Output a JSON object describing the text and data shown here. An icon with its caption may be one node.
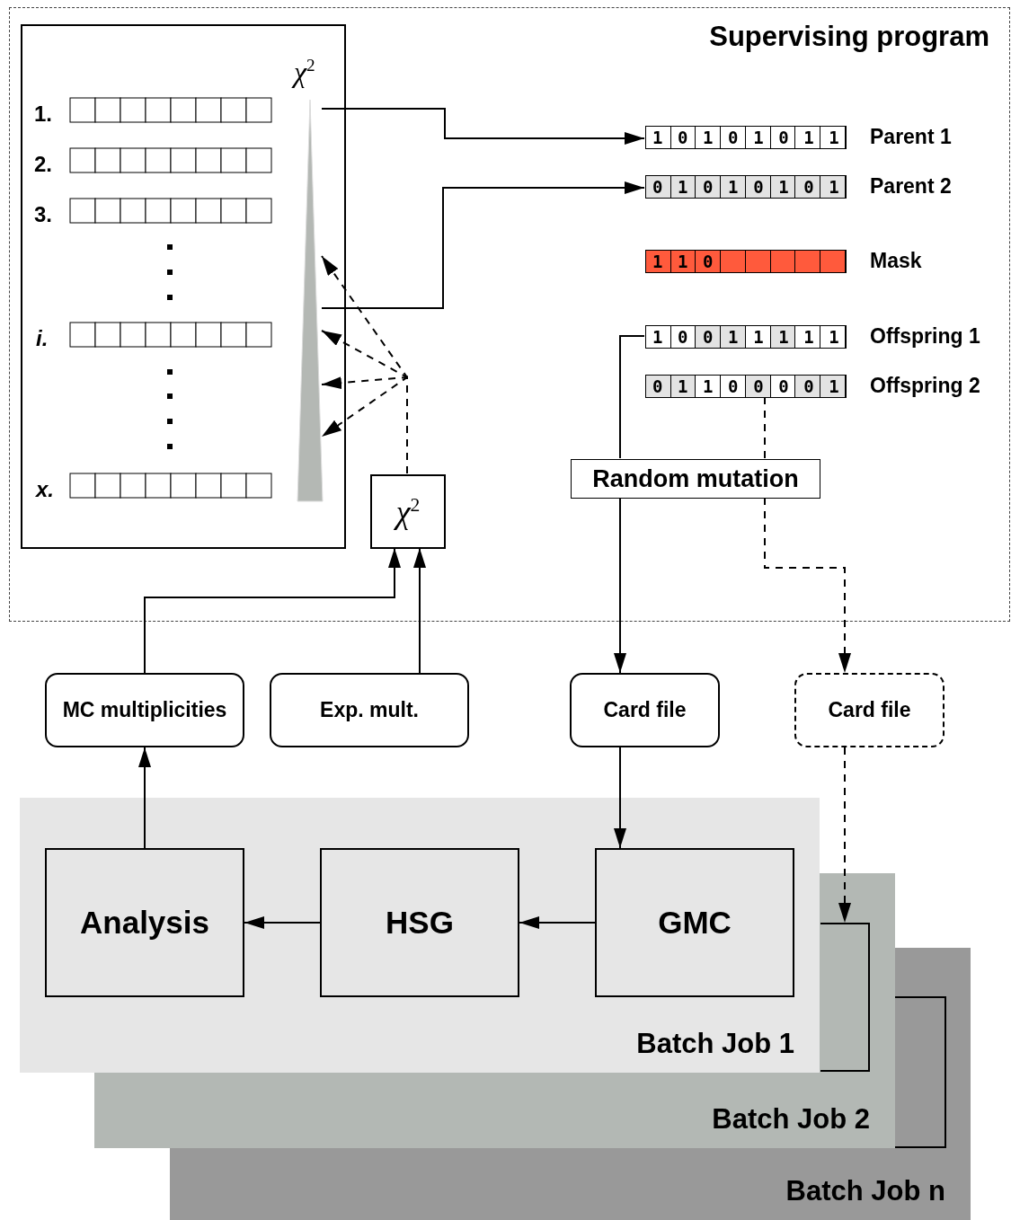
{
  "diagram": {
    "nodes": [
      {
        "text": [
          "Supervising program"
        ]
      },
      {
        "text": [],
        "shape": "box",
        "in": 0
      },
      {
        "text": [
          "χ$^{2}$"
        ],
        "in": 1
      },
      {
        "text": [
          "10101011"
        ],
        "beside": [
          "Parent 1"
        ],
        "in": 0
      },
      {
        "text": [
          "01010101"
        ],
        "beside": [
          "Parent 2"
        ],
        "in": 0
      },
      {
        "text": [
          "110"
        ],
        "beside": [
          "Mask"
        ],
        "in": 0
      },
      {
        "text": [
          "10011111"
        ],
        "beside": [
          "Offspring 1"
        ],
        "in": 0
      },
      {
        "text": [
          "01100001"
        ],
        "beside": [
          "Offspring 2"
        ],
        "in": 0
      },
      {
        "text": [
          "Random mutation"
        ],
        "in": 0
      },
      {
        "text": [
          "χ$^{2}$"
        ],
        "in": 0
      },
      {
        "text": [
          "MC multiplicities"
        ]
      },
      {
        "text": [
          "Exp. mult."
        ]
      },
      {
        "text": [
          "Card file"
        ]
      },
      {
        "text": [
          "Card file"
        ]
      },
      {
        "text": [
          "Batch Job 1"
        ]
      },
      {
        "text": [
          "Analysis"
        ],
        "in": 14
      },
      {
        "text": [
          "HSG"
        ],
        "in": 14
      },
      {
        "text": [
          "GMC"
        ],
        "in": 14
      },
      {
        "text": [
          "Batch Job 2"
        ]
      },
      {
        "text": [],
        "shape": "box"
      },
      {
        "text": [
          "Batch Job n"
        ]
      }
    ],
    "edges": [
      {
        "from": 2,
        "to": 3,
        "arrow": "to"
      },
      {
        "from": 2,
        "to": 4,
        "arrow": "to"
      },
      {
        "from": 9,
        "to": 2,
        "arrow": "to",
        "style": "dashed"
      },
      {
        "from": 9,
        "to": 2,
        "arrow": "to",
        "style": "dashed"
      },
      {
        "from": 9,
        "to": 2,
        "arrow": "to",
        "style": "dashed"
      },
      {
        "from": 9,
        "to": 2,
        "arrow": "to",
        "style": "dashed"
      },
      {
        "from": 6,
        "to": 8,
        "arrow": "none"
      },
      {
        "from": 8,
        "to": 12,
        "arrow": "to"
      },
      {
        "from": 7,
        "to": 8,
        "arrow": "none",
        "style": "dashed"
      },
      {
        "from": 8,
        "to": 13,
        "arrow": "to",
        "style": "dashed"
      },
      {
        "from": 10,
        "to": 9,
        "arrow": "to"
      },
      {
        "from": 11,
        "to": 9,
        "arrow": "to"
      },
      {
        "from": 12,
        "to": 17,
        "arrow": "to"
      },
      {
        "from": 13,
        "to": 19,
        "arrow": "to",
        "style": "dashed"
      },
      {
        "from": 17,
        "to": 16,
        "arrow": "to"
      },
      {
        "from": 16,
        "to": 15,
        "arrow": "to"
      },
      {
        "from": 15,
        "to": 10,
        "arrow": "to"
      }
    ],
    "labels": [
      "1.",
      "2.",
      "3.",
      "i.",
      "x."
    ]
  }
}
